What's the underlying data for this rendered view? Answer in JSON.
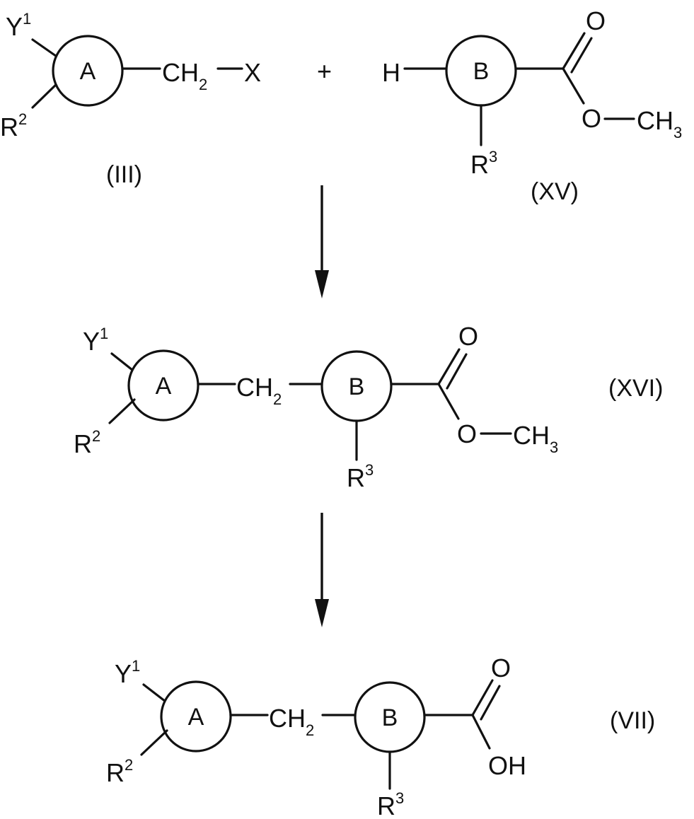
{
  "labels": {
    "ring_a": "A",
    "ring_b": "B",
    "y": "Y",
    "y_sup": "1",
    "r2": "R",
    "r2_sup": "2",
    "r3": "R",
    "r3_sup": "3",
    "ch": "CH",
    "ch_sub": "2",
    "x": "X",
    "h": "H",
    "o": "O",
    "ch3": "CH",
    "ch3_sub": "3",
    "oh": "OH",
    "plus": "+"
  },
  "compounds": {
    "iii": "(III)",
    "xv": "(XV)",
    "xvi": "(XVI)",
    "vii": "(VII)"
  }
}
